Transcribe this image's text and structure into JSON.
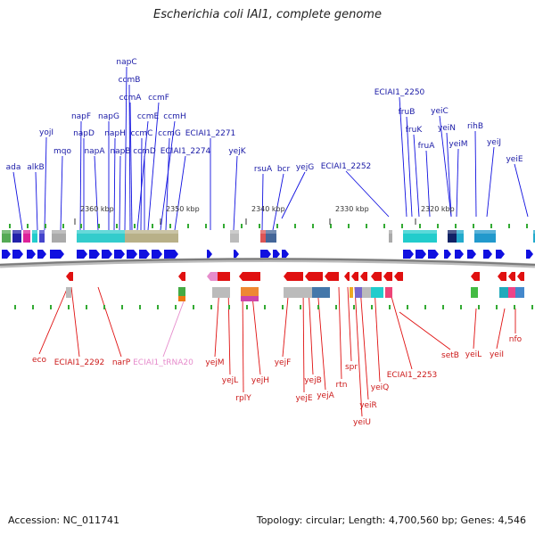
{
  "title": "Escherichia coli IAI1, complete genome",
  "footer": {
    "accession": "Accession: NC_011741",
    "summary": "Topology: circular; Length: 4,700,560 bp; Genes: 4,546"
  },
  "scale_ticks": [
    "2360 kbp",
    "2350 kbp",
    "2340 kbp",
    "2330 kbp",
    "2320 kbp"
  ],
  "colors": {
    "forward_strand": "#1010e0",
    "reverse_strand": "#e01010",
    "trna": "#e68ccc",
    "backbone": "#7a7a7a"
  },
  "top_genes": [
    "ada",
    "alkB",
    "yojI",
    "mqo",
    "napF",
    "napD",
    "napA",
    "napG",
    "napH",
    "napB",
    "napC",
    "ccmB",
    "ccmA",
    "ccmE",
    "ccmC",
    "ccmD",
    "ccmF",
    "ccmH",
    "ccmG",
    "ECIAI1_2274",
    "ECIAI1_2271",
    "yejK",
    "rsuA",
    "bcr",
    "yejG",
    "ECIAI1_2252",
    "ECIAI1_2250",
    "fruB",
    "fruK",
    "fruA",
    "yeiC",
    "yeiN",
    "yeiM",
    "rihB",
    "yeiJ",
    "yeiE"
  ],
  "bottom_genes": [
    "eco",
    "ECIAI1_2292",
    "narP",
    "ECIAI1_tRNA20",
    "yejM",
    "yejL",
    "rplY",
    "yejH",
    "yejF",
    "yejE",
    "yejB",
    "yejA",
    "rtn",
    "spr",
    "yeiU",
    "yeiR",
    "yeiQ",
    "ECIAI1_2253",
    "setB",
    "yeiL",
    "yeiI",
    "nfo"
  ]
}
